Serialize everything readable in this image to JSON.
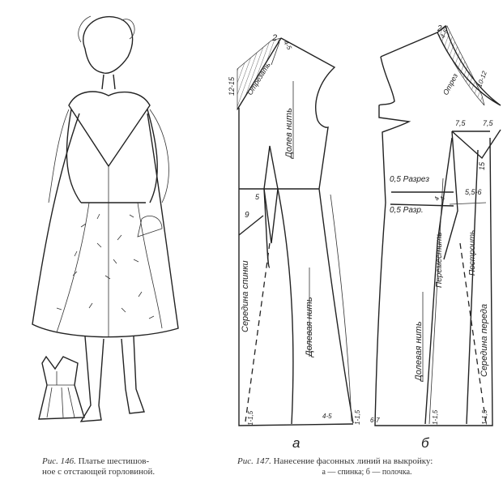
{
  "fig146": {
    "number": "Рис. 146.",
    "caption_line1": "Платье шестишов-",
    "caption_line2": "ное с отстающей горловиной."
  },
  "fig147": {
    "number": "Рис. 147.",
    "caption_line1": "Нанесение фасонных линий на выкройку:",
    "caption_line2": "а — спинка; б — полочка.",
    "back": {
      "letter": "а",
      "labels": {
        "cut_off": "Отрезать",
        "two": "2",
        "four_five_top": "4-5",
        "twelve_fifteen": "12-15",
        "grain_top": "Долев нить",
        "five": "5",
        "nine": "9",
        "center_back": "Середина спинки",
        "grain_bottom": "Долевая нить",
        "hem_left": "1-1,5",
        "hem_side": "4-5",
        "hem_right": "1-1,5"
      }
    },
    "front": {
      "letter": "б",
      "labels": {
        "cut": "Отрез",
        "two": "2",
        "four_five": "4-5",
        "ten_twelve": "10-12",
        "seven_five_a": "7,5",
        "seven_five_b": "7,5",
        "fifteen": "15",
        "slit1": "0,5 Разрез",
        "slit2": "0,5 Разр.",
        "four1": "4",
        "four2": "4",
        "five_six": "5,5-6",
        "move": "Переместить",
        "build": "Построить",
        "grain": "Долевая нить",
        "center_front": "Середина переда",
        "hem_left": "6-7",
        "hem_mid": "1-1,5",
        "hem_right": "1-1,5"
      }
    }
  }
}
